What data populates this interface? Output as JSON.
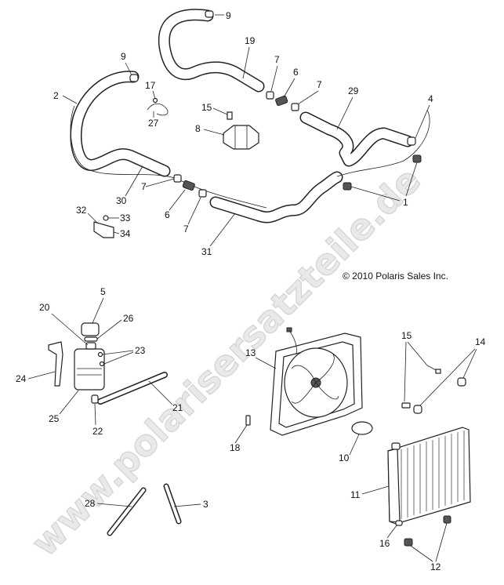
{
  "diagram": {
    "watermark": "www.polarisersatzteile.de",
    "copyright": "© 2010 Polaris Sales Inc.",
    "callouts": {
      "c9a": "9",
      "c19": "19",
      "c9b": "9",
      "c7a": "7",
      "c6a": "6",
      "c7b": "7",
      "c29": "29",
      "c4": "4",
      "c2": "2",
      "c17": "17",
      "c27": "27",
      "c15a": "15",
      "c8": "8",
      "c30": "30",
      "c7c": "7",
      "c6b": "6",
      "c7d": "7",
      "c1": "1",
      "c32": "32",
      "c33": "33",
      "c34": "34",
      "c31": "31",
      "c5": "5",
      "c20": "20",
      "c26": "26",
      "c23": "23",
      "c24": "24",
      "c25": "25",
      "c21": "21",
      "c22": "22",
      "c13": "13",
      "c15b": "15",
      "c14": "14",
      "c18": "18",
      "c10": "10",
      "c11": "11",
      "c28": "28",
      "c3": "3",
      "c16": "16",
      "c12": "12"
    }
  }
}
